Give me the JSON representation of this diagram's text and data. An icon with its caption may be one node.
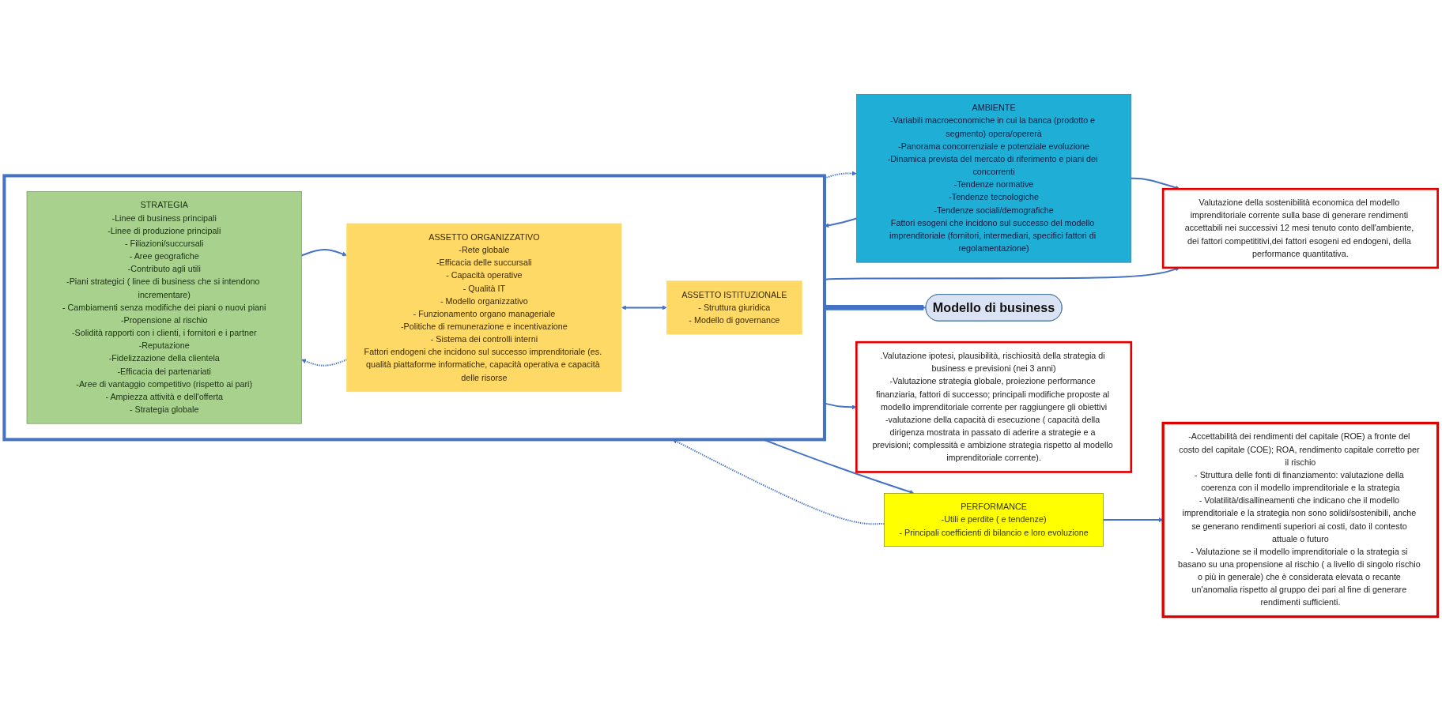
{
  "diagram": {
    "nodes": [
      {
        "text": [
          "AMBIENTE",
          "-Variabili macroeconomiche in cui la banca (prodotto e segmento) opera/opererà",
          "-Panorama concorrenziale e potenziale evoluzione",
          "-Dinamica prevista del mercato di riferimento e piani dei concorrenti",
          "-Tendenze normative",
          "-Tendenze tecnologiche",
          "-Tendenze sociali/demografiche",
          "Fattori esogeni che incidono sul successo del modello imprenditoriale (fornitori, intermediari, specifici fattori di regolamentazione)"
        ]
      },
      {
        "text": [],
        "shape": "box"
      },
      {
        "text": [
          "STRATEGIA",
          "-Linee di business principali",
          "-Linee di produzione principali",
          "- Filiazioni/succursali",
          "- Aree geografiche",
          "-Contributo agli utili",
          "-Piani strategici ( linee di business che si intendono incrementare)",
          "- Cambiamenti senza modifiche dei piani o nuovi piani",
          "-Propensione al rischio",
          "-Solidità rapporti con i clienti, i fornitori e i partner",
          "-Reputazione",
          "-Fidelizzazione della clientela",
          "-Efficacia dei partenariati",
          "-Aree di vantaggio competitivo (rispetto ai pari)",
          "- Ampiezza attività e dell'offerta",
          "- Strategia globale"
        ],
        "in": 1
      },
      {
        "text": [
          "ASSETTO ORGANIZZATIVO",
          "-Rete globale",
          "-Efficacia delle succursali",
          "- Capacità operative",
          "- Qualità IT",
          "- Modello organizzativo",
          "- Funzionamento organo manageriale",
          "-Politiche di remunerazione e incentivazione",
          "- Sistema dei controlli interni",
          "Fattori endogeni che incidono sul successo imprenditoriale (es. qualità piattaforme informatiche, capacità operativa e capacità delle risorse"
        ],
        "in": 1
      },
      {
        "text": [
          "ASSETTO ISTITUZIONALE",
          "- Struttura giuridica",
          "- Modello di governance"
        ],
        "in": 1
      },
      {
        "text": [
          "PERFORMANCE",
          "-Utili e perdite ( e tendenze)",
          "- Principali coefficienti di bilancio e loro evoluzione"
        ]
      },
      {
        "text": [
          "Modello di business"
        ]
      },
      {
        "text": [
          "Valutazione della sostenibilità economica del modello imprenditoriale corrente sulla base di generare rendimenti accettabili nei successivi 12 mesi tenuto conto dell'ambiente, dei fattori competititivi,dei fattori esogeni ed endogeni, della performance quantitativa."
        ]
      },
      {
        "text": [
          ".Valutazione ipotesi, plausibilità, rischiosità della strategia di business e previsioni (nei 3 anni)",
          "-Valutazione strategia globale, proiezione performance finanziaria, fattori di successo; principali modifiche proposte al modello imprenditoriale corrente per raggiungere gli obiettivi",
          "-valutazione della capacità di esecuzione ( capacità della dirigenza mostrata in passato di aderire a strategie e a previsioni; complessità e ambizione strategia rispetto al modello imprenditoriale corrente)."
        ]
      },
      {
        "text": [
          "-Accettabilità dei rendimenti del capitale (ROE) a fronte del costo del capitale (COE); ROA, rendimento capitale corretto per il rischio",
          "- Struttura delle fonti di finanziamento: valutazione della coerenza con il modello imprenditoriale e la strategia",
          "- Volatilità/disallineamenti che indicano che il modello imprenditoriale e la strategia non sono solidi/sostenibili, anche se generano rendimenti superiori ai costi, dato il contesto attuale o futuro",
          "- Valutazione se il modello imprenditoriale o la strategia si basano su una propensione al rischio ( a livello di singolo rischio o più in generale) che è considerata elevata o recante un'anomalia rispetto al gruppo dei pari al fine di generare rendimenti sufficienti."
        ]
      }
    ],
    "edges": [
      {
        "from": 0,
        "to": 1,
        "arrow": "to"
      },
      {
        "from": 1,
        "to": 0,
        "arrow": "to",
        "style": "dashed"
      },
      {
        "from": 2,
        "to": 3,
        "arrow": "to"
      },
      {
        "from": 3,
        "to": 2,
        "arrow": "to",
        "style": "dashed"
      },
      {
        "from": 3,
        "to": 4,
        "arrow": "both"
      },
      {
        "from": 1,
        "to": 5,
        "arrow": "to"
      },
      {
        "from": 5,
        "to": 1,
        "arrow": "to",
        "style": "dashed"
      },
      {
        "from": 0,
        "to": 7,
        "arrow": "to"
      },
      {
        "from": 1,
        "to": 7,
        "arrow": "to"
      },
      {
        "from": 1,
        "to": 8,
        "arrow": "to"
      },
      {
        "from": 1,
        "to": 6,
        "arrow": "to",
        "style": "thick"
      },
      {
        "from": 5,
        "to": 9,
        "arrow": "to"
      }
    ]
  }
}
